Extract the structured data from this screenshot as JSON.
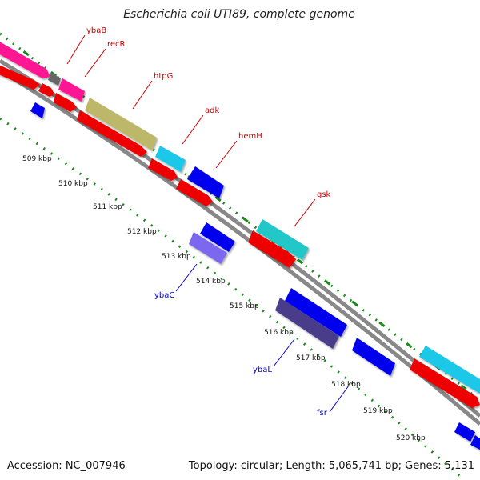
{
  "title": "Escherichia coli UTI89, complete genome",
  "footer": {
    "accession": "Accession: NC_007946",
    "summary": "Topology: circular; Length: 5,065,741 bp; Genes: 5,131"
  },
  "ticks": [
    "509 kbp",
    "510 kbp",
    "511 kbp",
    "512 kbp",
    "513 kbp",
    "514 kbp",
    "515 kbp",
    "516 kbp",
    "517 kbp",
    "518 kbp",
    "519 kbp",
    "520 kbp"
  ],
  "gene_labels": [
    {
      "name": "ybaB",
      "color": "#cc0000"
    },
    {
      "name": "recR",
      "color": "#cc0000"
    },
    {
      "name": "htpG",
      "color": "#cc0000"
    },
    {
      "name": "adk",
      "color": "#cc0000"
    },
    {
      "name": "hemH",
      "color": "#cc0000"
    },
    {
      "name": "gsk",
      "color": "#cc0000"
    },
    {
      "name": "ybaC",
      "color": "#0000cc"
    },
    {
      "name": "ybaL",
      "color": "#0000cc"
    },
    {
      "name": "fsr",
      "color": "#0000cc"
    }
  ],
  "colors": {
    "backbone": "#888888",
    "cds_forward": "#ee0000",
    "cds_reverse": "#0000ee",
    "ring_dots": "#1a8a1a",
    "magenta": "#ff1493",
    "olive": "#bdb76b",
    "cyan": "#1ec8e8",
    "teal": "#20c8c8",
    "purple": "#7b68ee",
    "dark_slate": "#483d8b",
    "gray": "#666666"
  }
}
